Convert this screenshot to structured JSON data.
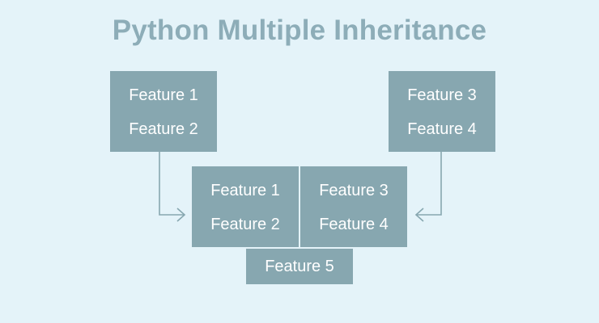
{
  "title": "Python Multiple Inheritance",
  "colors": {
    "background": "#e4f3f9",
    "title": "#8dadb8",
    "box": "#87a7b0",
    "text": "#ffffff",
    "arrow": "#87a7b0"
  },
  "parent_left": {
    "line1": "Feature 1",
    "line2": "Feature 2"
  },
  "parent_right": {
    "line1": "Feature 3",
    "line2": "Feature 4"
  },
  "child": {
    "left": {
      "line1": "Feature 1",
      "line2": "Feature 2"
    },
    "right": {
      "line1": "Feature 3",
      "line2": "Feature 4"
    },
    "extra": "Feature 5"
  }
}
